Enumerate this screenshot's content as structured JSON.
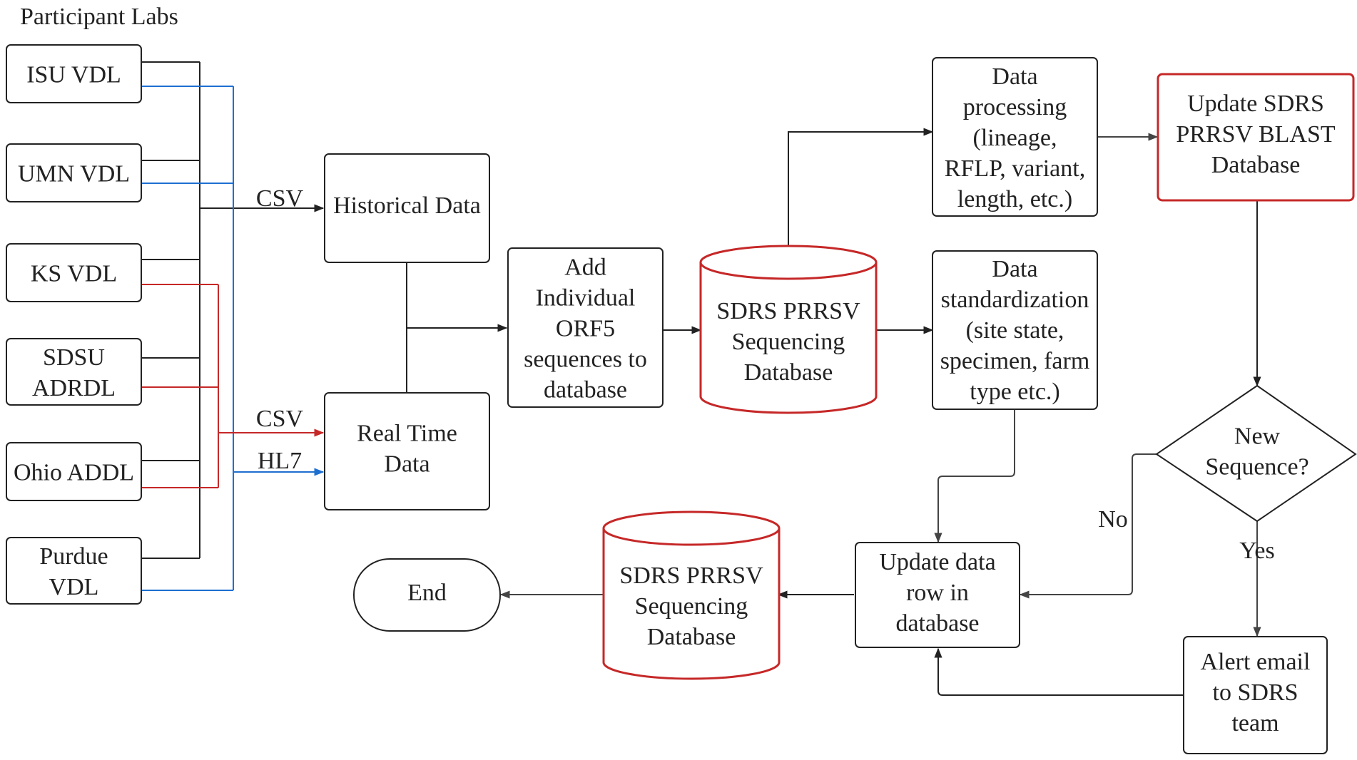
{
  "title": "Participant Labs",
  "colors": {
    "black": "#222222",
    "blue": "#1e6fd0",
    "red": "#c62828",
    "gray": "#444444"
  },
  "labs": {
    "isu": [
      "ISU VDL"
    ],
    "umn": [
      "UMN VDL"
    ],
    "ks": [
      "KS VDL"
    ],
    "sdsu": [
      "SDSU",
      "ADRDL"
    ],
    "ohio": [
      "Ohio ADDL"
    ],
    "purdue": [
      "Purdue",
      "VDL"
    ]
  },
  "edge_labels": {
    "csv_top": "CSV",
    "csv_red": "CSV",
    "hl7": "HL7",
    "no": "No",
    "yes": "Yes"
  },
  "nodes": {
    "historical": [
      "Historical Data"
    ],
    "realtime": [
      "Real Time",
      "Data"
    ],
    "add_orf5": [
      "Add",
      "Individual",
      "ORF5",
      "sequences to",
      "database"
    ],
    "db_main": [
      "SDRS PRRSV",
      "Sequencing",
      "Database"
    ],
    "processing": [
      "Data",
      "processing",
      "(lineage,",
      "RFLP, variant,",
      "length, etc.)"
    ],
    "blast": [
      "Update SDRS",
      "PRRSV BLAST",
      "Database"
    ],
    "standardization": [
      "Data",
      "standardization",
      "(site state,",
      "specimen, farm",
      "type etc.)"
    ],
    "new_sequence": [
      "New",
      "Sequence?"
    ],
    "update_row": [
      "Update data",
      "row in",
      "database"
    ],
    "db_bottom": [
      "SDRS PRRSV",
      "Sequencing",
      "Database"
    ],
    "end": [
      "End"
    ],
    "alert": [
      "Alert email",
      "to SDRS",
      "team"
    ]
  }
}
